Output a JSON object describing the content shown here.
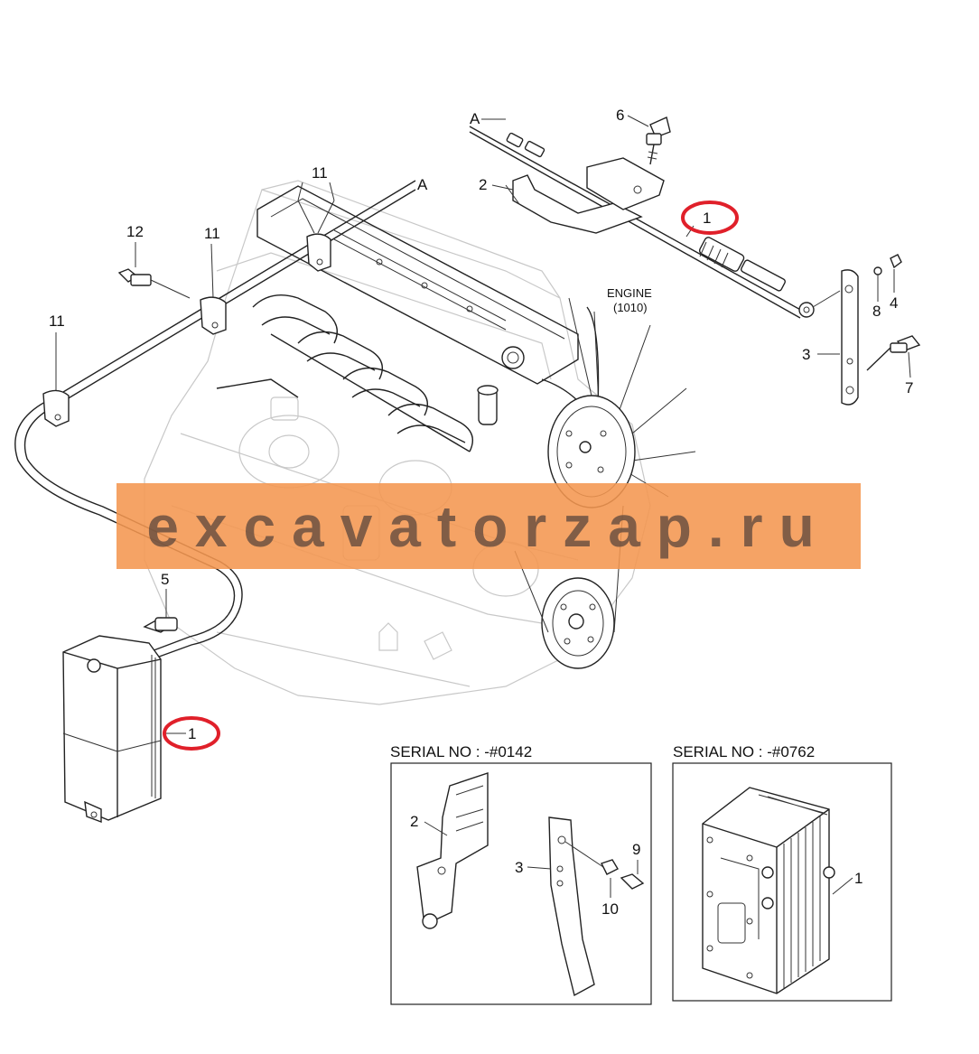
{
  "diagram": {
    "callouts": {
      "cable_top": "1",
      "bracket_top": "2",
      "plate_top": "3",
      "nut_top": "4",
      "bolt_left": "5",
      "bolt_top": "6",
      "bolt_right": "7",
      "washer_right": "8",
      "clamp_a": "11",
      "clamp_b": "11",
      "clamp_c": "11",
      "bolt_clamp": "12",
      "cooler_main": "1",
      "arrow_a_top": "A",
      "arrow_a_left": "A"
    },
    "engine_label": {
      "line1": "ENGINE",
      "line2": "(1010)"
    },
    "inset_left": {
      "title": "SERIAL NO : -#0142",
      "callouts": {
        "bracket": "2",
        "plate": "3",
        "bolt": "9",
        "washer": "10"
      }
    },
    "inset_right": {
      "title": "SERIAL NO : -#0762",
      "callouts": {
        "cooler": "1"
      }
    }
  },
  "watermark": {
    "text": "excavatorzap.ru",
    "color": "#F4964F"
  },
  "highlight_color": "#E0202A"
}
